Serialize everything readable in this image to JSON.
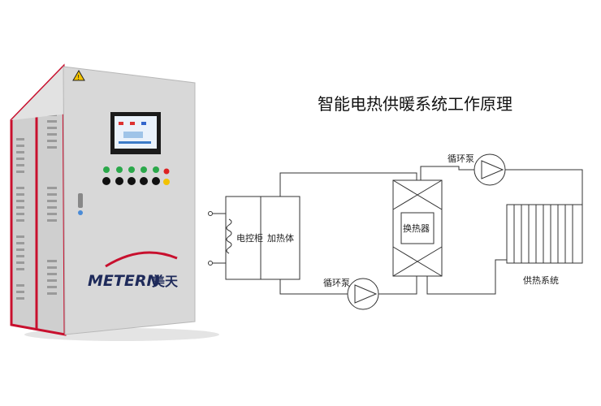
{
  "title": "智能电热供暖系统工作原理",
  "cabinet": {
    "brand": "METERN",
    "brand_cn": "美天"
  },
  "diagram": {
    "control_cabinet": "电控柜",
    "heater": "加热体",
    "heat_exchanger": "换热器",
    "pump_top": "循环泵",
    "pump_bottom": "循环泵",
    "heating_system": "供热系统"
  },
  "colors": {
    "cabinet_body": "#d6d6d6",
    "cabinet_side": "#c9c9c9",
    "frame_red": "#c8102e",
    "line": "#333333"
  }
}
